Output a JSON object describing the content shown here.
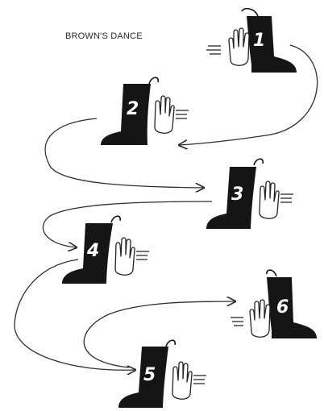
{
  "title": "BROWN'S DANCE",
  "steps": [
    {
      "number": "1",
      "boot_direction": "right",
      "hand_side": "left"
    },
    {
      "number": "2",
      "boot_direction": "left",
      "hand_side": "right"
    },
    {
      "number": "3",
      "boot_direction": "left",
      "hand_side": "right"
    },
    {
      "number": "4",
      "boot_direction": "left",
      "hand_side": "right"
    },
    {
      "number": "5",
      "boot_direction": "left",
      "hand_side": "right"
    },
    {
      "number": "6",
      "boot_direction": "right",
      "hand_side": "left"
    }
  ],
  "colors": {
    "boot": "#151515",
    "line": "#2e2e2e",
    "background": "#ffffff"
  }
}
